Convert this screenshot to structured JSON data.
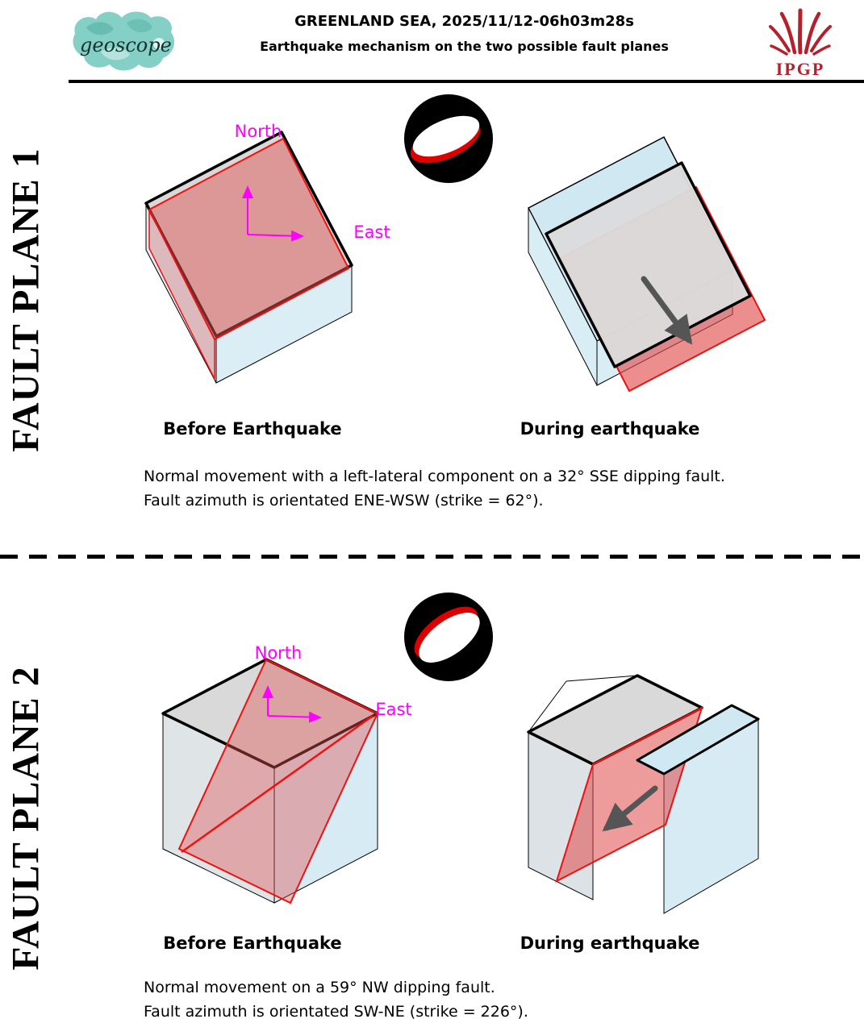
{
  "header": {
    "title": "GREENLAND SEA, 2025/11/12-06h03m28s",
    "subtitle": "Earthquake mechanism on the two possible fault planes",
    "geoscope_logo_text": "geoscope",
    "ipgp_logo_text": "IPGP"
  },
  "sections": [
    {
      "label": "FAULT PLANE 1",
      "north_label": "North",
      "east_label": "East",
      "before_caption": "Before Earthquake",
      "during_caption": "During earthquake",
      "description_line1": "Normal movement with a left-lateral component on a 32° SSE dipping fault.",
      "description_line2": "Fault azimuth is orientated ENE-WSW (strike = 62°)."
    },
    {
      "label": "FAULT PLANE 2",
      "north_label": "North",
      "east_label": "East",
      "before_caption": "Before Earthquake",
      "during_caption": "During earthquake",
      "description_line1": "Normal movement on a 59° NW dipping fault.",
      "description_line2": "Fault azimuth is orientated SW-NE (strike = 226°)."
    }
  ],
  "colors": {
    "fault_red": "#ee1111",
    "fault_fill_pink": "#e05555",
    "box_blue": "#cfe8f2",
    "box_gray": "#d9d9d9",
    "direction_magenta": "#ff00ff",
    "geoscope_teal": "#85d0c6",
    "ipgp_red": "#b5202c"
  }
}
